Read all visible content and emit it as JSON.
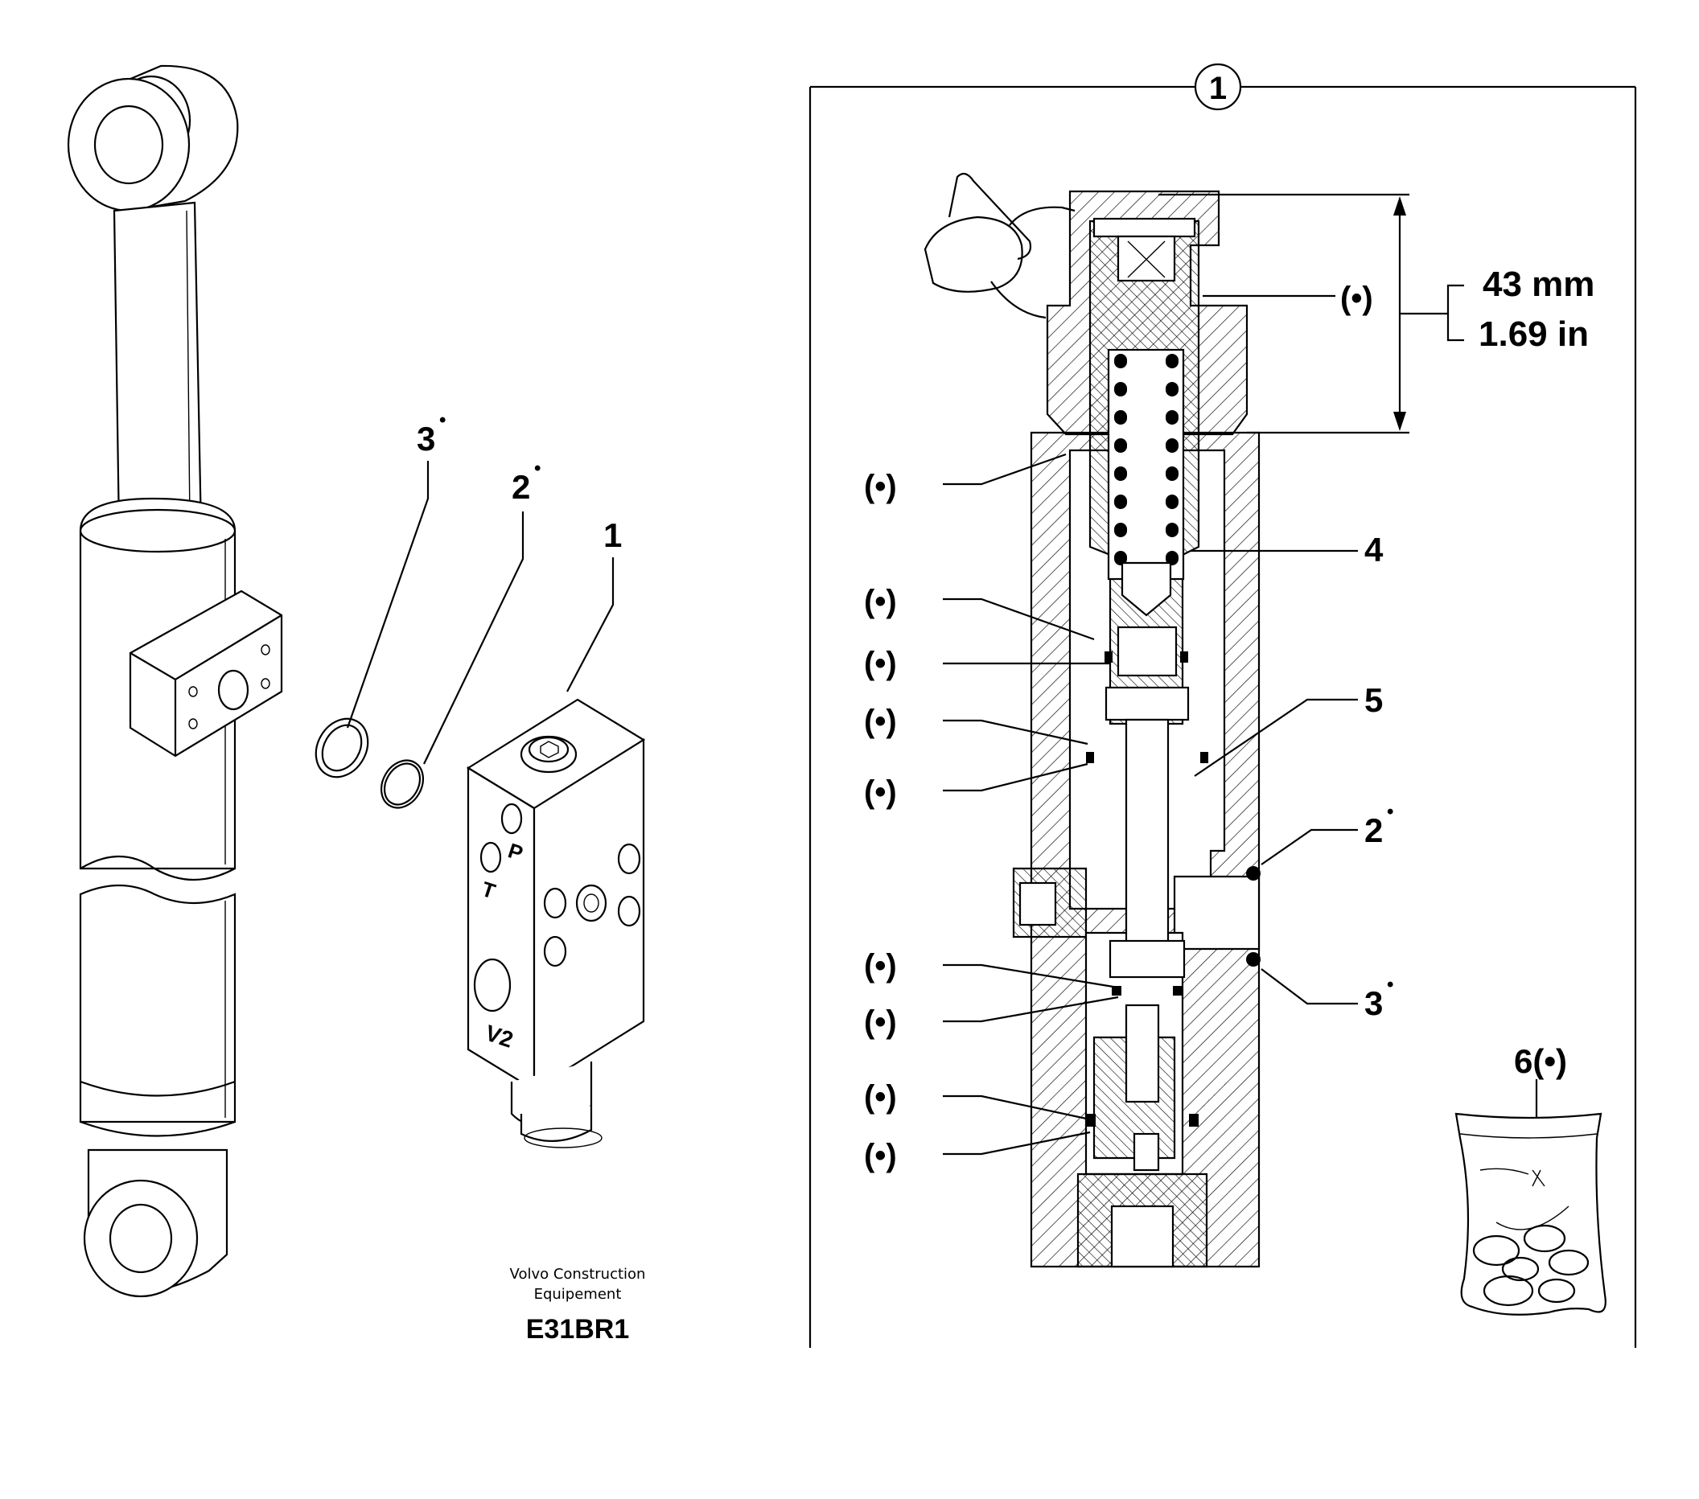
{
  "callouts": {
    "main_box_number": "1",
    "part_1": "1",
    "part_2": "2",
    "part_3": "3",
    "part_4": "4",
    "part_5": "5",
    "part_2_box": "2",
    "part_3_box": "3",
    "part_6": "6(•)",
    "kit_marker": "(•)",
    "bullet": "•"
  },
  "dimension": {
    "metric": "43 mm",
    "imperial": "1.69 in"
  },
  "port_labels": {
    "p": "P",
    "t": "T",
    "v2": "V2"
  },
  "footer": {
    "maker_line1": "Volvo Construction",
    "maker_line2": "Equipement",
    "figure_code": "E31BR1"
  }
}
